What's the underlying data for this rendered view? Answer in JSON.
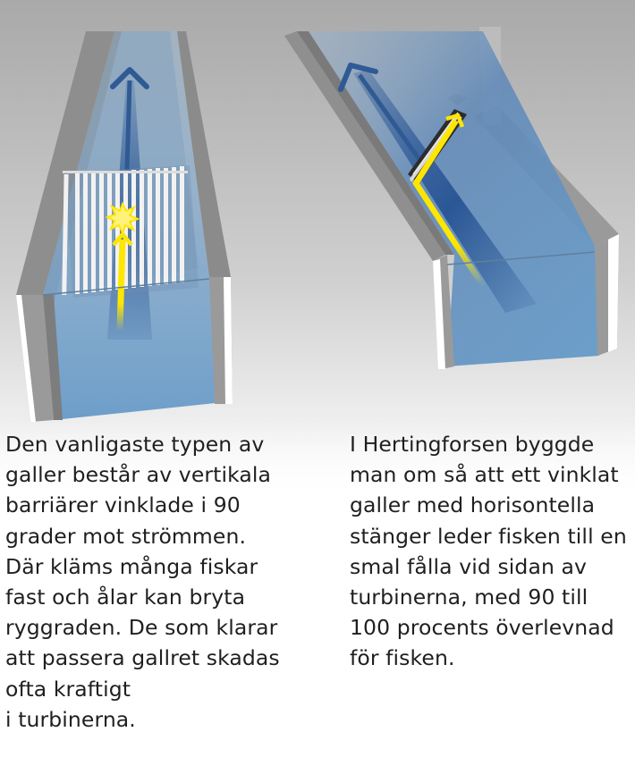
{
  "captions": {
    "left": [
      "Den vanligaste typen av",
      "galler består av vertikala",
      "barriärer vinklade i 90",
      "grader mot strömmen.",
      "Där kläms många fiskar",
      "fast och ålar kan bryta",
      "ryggraden. De som klarar",
      "att passera gallret skadas",
      "ofta kraftigt",
      "i turbinerna."
    ],
    "right": [
      "I Hertingforsen byggde",
      "man om så att ett vinklat",
      "galler med horisontella",
      "stänger leder fisken till en",
      "smal fålla vid sidan av",
      "turbinerna, med 90 till",
      "100 procents överlevnad",
      "för fisken."
    ]
  },
  "colors": {
    "background_top": "#a9a9a9",
    "background_bottom": "#ffffff",
    "channel_wall": "#9c9c9c",
    "channel_wall_dark": "#6f6f6f",
    "wall_top_edge": "#ffffff",
    "water_light": "#8fb4d2",
    "water_deep": "#4f7db0",
    "flow_arrow": "#2f5a94",
    "fish_path": "#ffe600",
    "grate_bar": "#f2f2f2"
  },
  "icons": {
    "flow_direction": "arrow-up-icon",
    "fish_path": "fish-path-arrow-icon",
    "collision": "starburst-collision-icon"
  }
}
